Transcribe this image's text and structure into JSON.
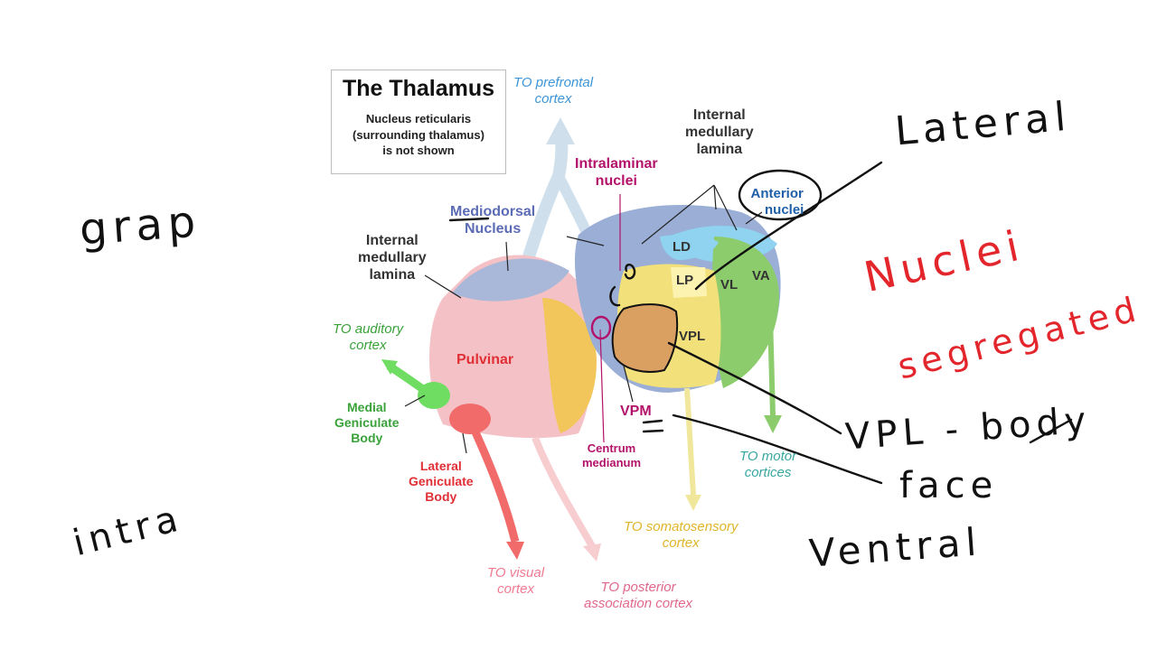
{
  "title_box": {
    "title": "The Thalamus",
    "note_line1": "Nucleus reticularis",
    "note_line2": "(surrounding thalamus)",
    "note_line3": "is not shown"
  },
  "labels": {
    "prefrontal_l1": "TO prefrontal",
    "prefrontal_l2": "cortex",
    "intralaminar_l1": "Intralaminar",
    "intralaminar_l2": "nuclei",
    "iml_right_l1": "Internal",
    "iml_right_l2": "medullary",
    "iml_right_l3": "lamina",
    "mediodorsal_l1": "Mediodorsal",
    "mediodorsal_l2": "Nucleus",
    "iml_left_l1": "Internal",
    "iml_left_l2": "medullary",
    "iml_left_l3": "lamina",
    "anterior_l1": "Anterior",
    "anterior_l2": "nuclei",
    "ld": "LD",
    "lp": "LP",
    "vl": "VL",
    "va": "VA",
    "vpl": "VPL",
    "vpm": "VPM",
    "pulvinar": "Pulvinar",
    "auditory_l1": "TO auditory",
    "auditory_l2": "cortex",
    "mgb_l1": "Medial",
    "mgb_l2": "Geniculate",
    "mgb_l3": "Body",
    "lgb_l1": "Lateral",
    "lgb_l2": "Geniculate",
    "lgb_l3": "Body",
    "centrum_l1": "Centrum",
    "centrum_l2": "medianum",
    "motor_l1": "TO motor",
    "motor_l2": "cortices",
    "somato_l1": "TO somatosensory",
    "somato_l2": "cortex",
    "visual_l1": "TO visual",
    "visual_l2": "cortex",
    "posterior_l1": "TO posterior",
    "posterior_l2": "association cortex"
  },
  "annotations": {
    "grap": "grap",
    "intra": "intra",
    "lateral": "Lateral",
    "nuclei": "Nuclei",
    "segregated": "segregated",
    "vpl_body": "VPL - body",
    "face": "face",
    "ventral": "Ventral",
    "equals": "="
  },
  "colors": {
    "pulvinar": "#f4c2c6",
    "mediodorsal": "#9aaed6",
    "anterior": "#8fd3f0",
    "vl": "#8ccc6c",
    "vpl": "#f2c65a",
    "vpm": "#d9a062",
    "blue_text": "#5b6bb5",
    "red_text": "#e02f35",
    "magenta_text": "#b3126a",
    "green_text": "#3aa23a",
    "ink_red": "#e2262c"
  }
}
